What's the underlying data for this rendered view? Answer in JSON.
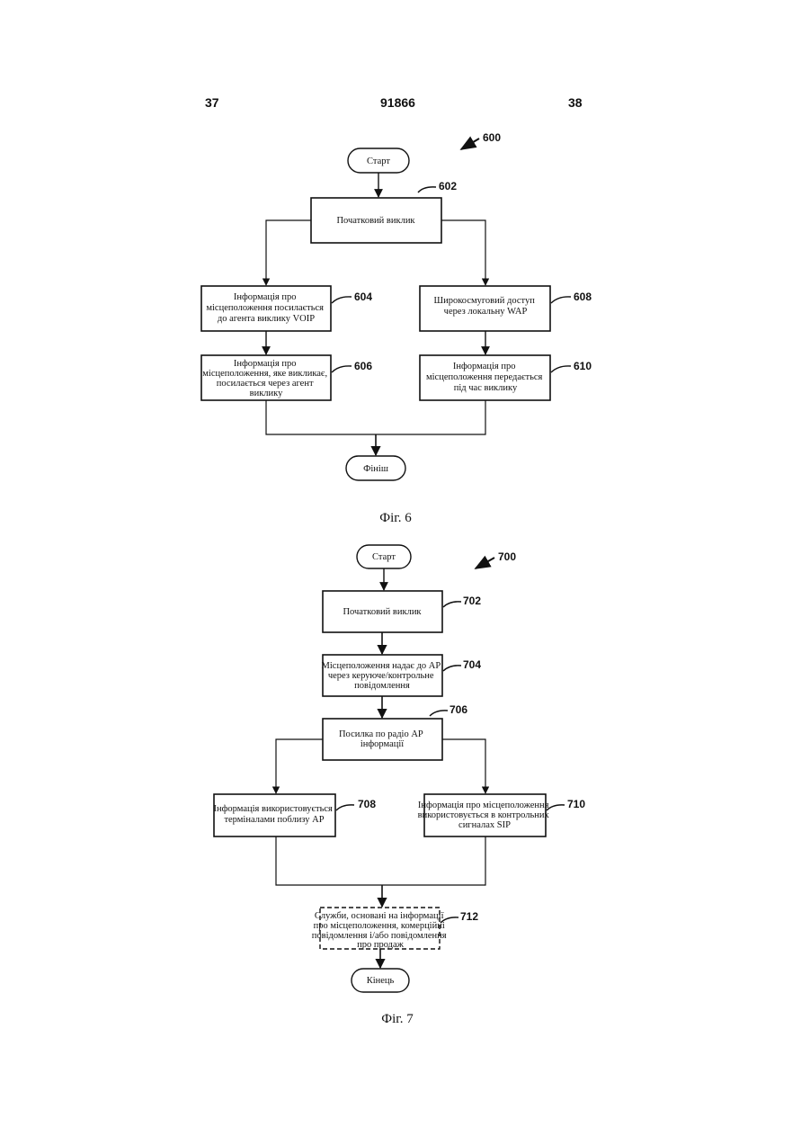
{
  "header": {
    "left_page": "37",
    "patent_number": "91866",
    "right_page": "38"
  },
  "fig6": {
    "ref": "600",
    "caption": "Фіг. 6",
    "start": "Старт",
    "end": "Фініш",
    "nodes": {
      "n602": {
        "ref": "602",
        "lines": [
          "Початковий виклик"
        ]
      },
      "n604": {
        "ref": "604",
        "lines": [
          "Інформація про",
          "місцеположення посилається",
          "до агента виклику VOIP"
        ]
      },
      "n606": {
        "ref": "606",
        "lines": [
          "Інформація про",
          "місцеположення, яке викликає,",
          "посилається через агент",
          "виклику"
        ]
      },
      "n608": {
        "ref": "608",
        "lines": [
          "Широкосмуговий доступ",
          "через локальну WAP"
        ]
      },
      "n610": {
        "ref": "610",
        "lines": [
          "Інформація про",
          "місцеположення передається",
          "під час виклику"
        ]
      }
    }
  },
  "fig7": {
    "ref": "700",
    "caption": "Фіг. 7",
    "start": "Старт",
    "end": "Кінець",
    "nodes": {
      "n702": {
        "ref": "702",
        "lines": [
          "Початковий виклик"
        ]
      },
      "n704": {
        "ref": "704",
        "lines": [
          "Місцеположення надає до AP",
          "через керуюче/контрольне",
          "повідомлення"
        ]
      },
      "n706": {
        "ref": "706",
        "lines": [
          "Посилка по радіо AP",
          "інформації"
        ]
      },
      "n708": {
        "ref": "708",
        "lines": [
          "Інформація використовується",
          "терміналами поблизу AP"
        ]
      },
      "n710": {
        "ref": "710",
        "lines": [
          "Інформація про місцеположення",
          "використовується в контрольних",
          "сигналах SIP"
        ]
      },
      "n712": {
        "ref": "712",
        "lines": [
          "Служби, основані на інформації",
          "про місцеположення, комерційні",
          "повідомлення і/або повідомлення",
          "про продаж"
        ]
      }
    }
  }
}
